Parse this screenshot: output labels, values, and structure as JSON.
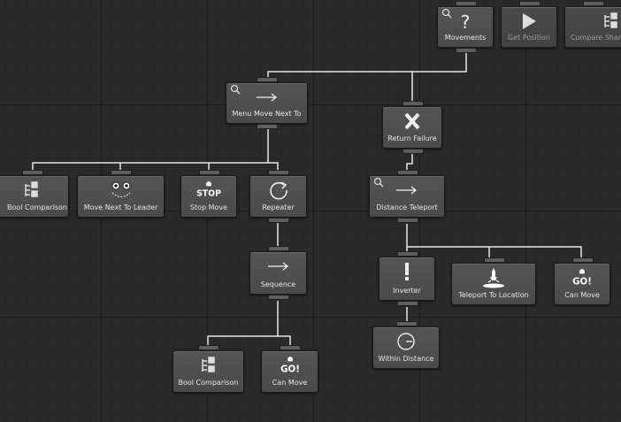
{
  "nodes": {
    "movements": {
      "label": "Movements",
      "icon": "question-mark-icon"
    },
    "get_position": {
      "label": "Get Position",
      "icon": "play-icon"
    },
    "compare_shared": {
      "label": "Compare Shar",
      "icon": "compare-icon"
    },
    "menu_move_next_to": {
      "label": "Menu Move Next To",
      "icon": "arrow-right-icon"
    },
    "return_failure": {
      "label": "Return Failure",
      "icon": "x-icon"
    },
    "bool_comparison_1": {
      "label": "Bool Comparison",
      "icon": "compare-icon"
    },
    "move_next_to_leader": {
      "label": "Move Next To Leader",
      "icon": "face-icon"
    },
    "stop_move": {
      "label": "Stop Move",
      "icon": "stop-sign-icon",
      "icon_text": "STOP"
    },
    "repeater": {
      "label": "Repeater",
      "icon": "repeat-icon"
    },
    "distance_teleport": {
      "label": "Distance Teleport",
      "icon": "arrow-right-icon"
    },
    "sequence": {
      "label": "Sequence",
      "icon": "arrow-right-icon"
    },
    "inverter": {
      "label": "Inverter",
      "icon": "exclamation-icon"
    },
    "teleport_to_location": {
      "label": "Teleport To Location",
      "icon": "teleport-icon"
    },
    "can_move_1": {
      "label": "Can Move",
      "icon": "go-icon",
      "icon_text": "GO!"
    },
    "within_distance": {
      "label": "Within Distance",
      "icon": "gauge-icon"
    },
    "bool_comparison_2": {
      "label": "Bool Comparison",
      "icon": "compare-icon"
    },
    "can_move_2": {
      "label": "Can Move",
      "icon": "go-icon",
      "icon_text": "GO!"
    }
  },
  "colors": {
    "wire": "#e8e8e8",
    "background": "#2a2a2a",
    "node": "#4e4e4e"
  }
}
